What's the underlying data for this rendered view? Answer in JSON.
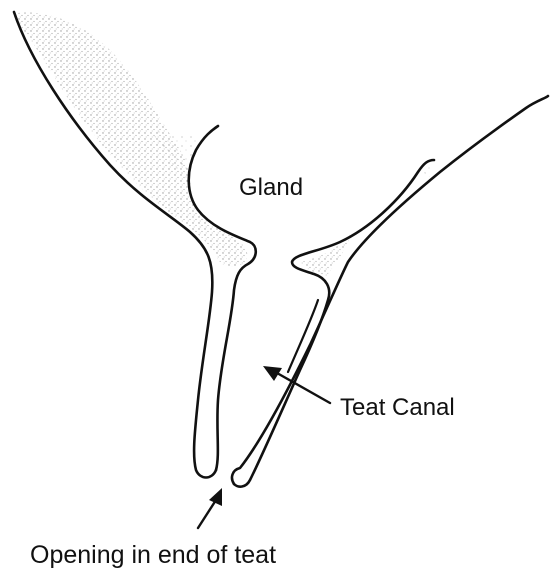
{
  "labels": {
    "gland": "Gland",
    "teat_canal": "Teat Canal",
    "opening": "Opening in end of teat"
  },
  "colors": {
    "ink": "#111111",
    "stipple": "#888888",
    "background": "#ffffff"
  }
}
